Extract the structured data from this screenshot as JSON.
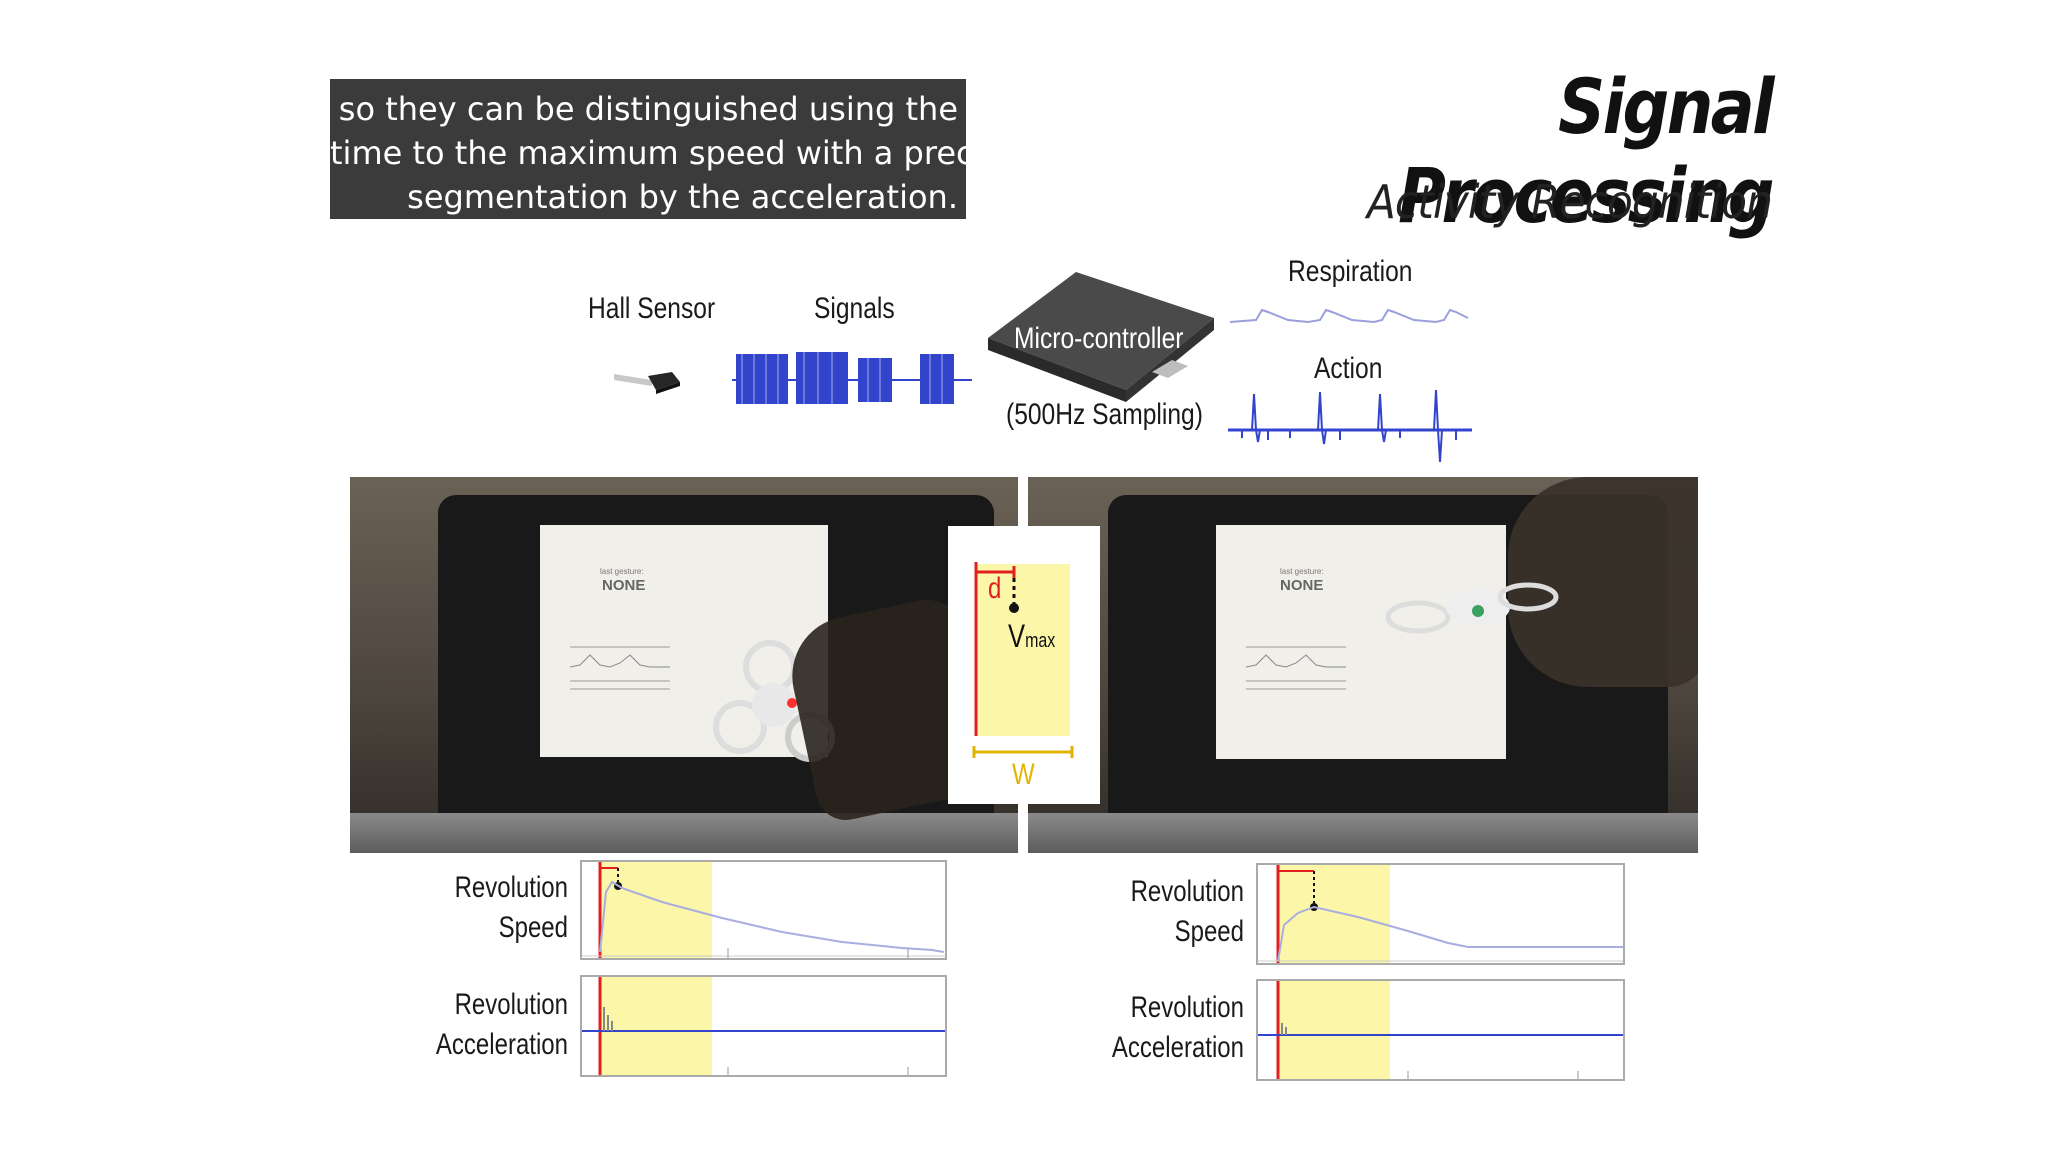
{
  "caption": {
    "line1": "so they can be distinguished using the",
    "line2": "time to the maximum speed with a precise",
    "line3": "segmentation by the acceleration."
  },
  "heading": {
    "title": "Signal Processing",
    "subtitle": "Activity Recognition"
  },
  "pipeline": {
    "hall_sensor": "Hall Sensor",
    "signals": "Signals",
    "microcontroller": "Micro-controller",
    "sampling": "(500Hz Sampling)",
    "respiration": "Respiration",
    "action": "Action"
  },
  "screen_text": {
    "last_gesture_label": "last gesture:",
    "last_gesture_value": "NONE"
  },
  "diagram": {
    "d_label": "d",
    "vmax_label": "V",
    "vmax_sub": "max",
    "w_label": "W"
  },
  "graph_labels": {
    "speed_line1": "Revolution",
    "speed_line2": "Speed",
    "accel_line1": "Revolution",
    "accel_line2": "Acceleration"
  },
  "colors": {
    "signal_blue": "#3344cc",
    "highlight_yellow": "#fbf6a8",
    "marker_red": "#e02020",
    "w_yellow": "#e2b400"
  }
}
